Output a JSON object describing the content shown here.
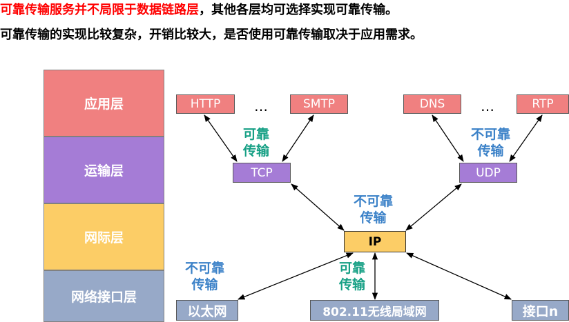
{
  "headline": {
    "line1_red": "可靠传输服务并不局限于数据链路层",
    "line1_rest": "，其他各层均可选择实现可靠传输。",
    "line2": "可靠传输的实现比较复杂，开销比较大，是否使用可靠传输取决于应用需求。"
  },
  "layers": [
    "应用层",
    "运输层",
    "网际层",
    "网络接口层"
  ],
  "colors": {
    "application": "#f08080",
    "transport": "#a57cd6",
    "internet": "#fccd66",
    "link": "#97a9c8",
    "reliable": "#16a085",
    "unreliable": "#3c82c8",
    "emphasis": "#ff0000"
  },
  "protocols": {
    "http": "HTTP",
    "smtp": "SMTP",
    "dns": "DNS",
    "rtp": "RTP",
    "tcp": "TCP",
    "udp": "UDP",
    "ip": "IP",
    "ethernet": "以太网",
    "wifi": "802.11无线局域网",
    "interface_n": "接口n",
    "ellipsis": "…"
  },
  "notes": {
    "tcp": [
      "可靠",
      "传输"
    ],
    "udp": [
      "不可靠",
      "传输"
    ],
    "ip": [
      "不可靠",
      "传输"
    ],
    "ethernet": [
      "不可靠",
      "传输"
    ],
    "wifi": [
      "可靠",
      "传输"
    ]
  }
}
